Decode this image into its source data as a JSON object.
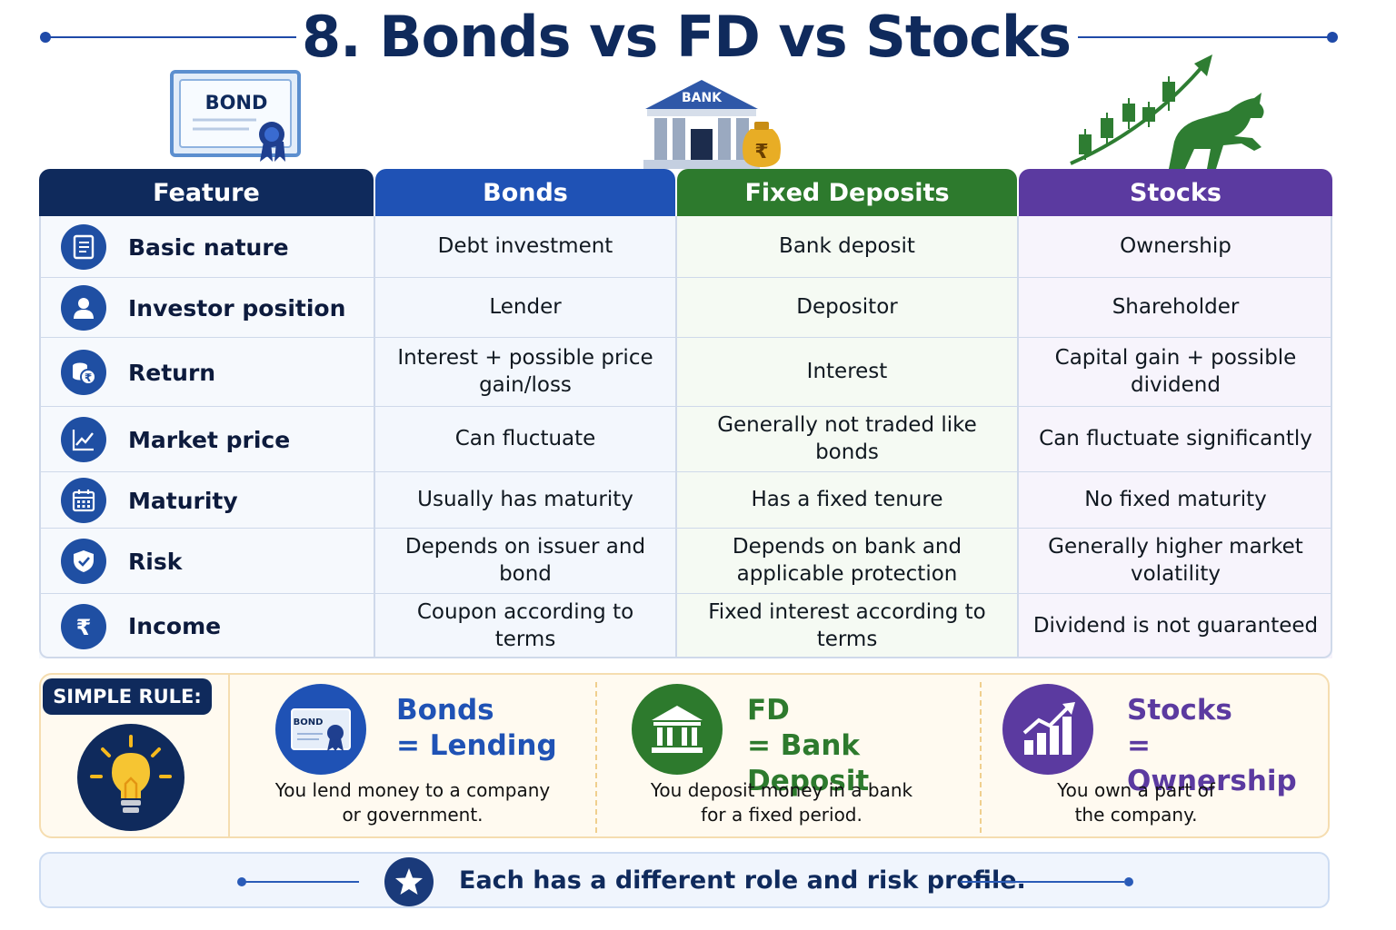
{
  "title": "8. Bonds vs FD vs Stocks",
  "header_art": {
    "bond_label": "BOND",
    "bank_label": "BANK",
    "rupee_symbol": "₹"
  },
  "table": {
    "columns": [
      "Feature",
      "Bonds",
      "Fixed Deposits",
      "Stocks"
    ],
    "column_colors": [
      "#0f2a5c",
      "#1f52b5",
      "#2d7a2d",
      "#5b3aa0"
    ],
    "rows": [
      {
        "icon": "document-list-icon",
        "feature": "Basic nature",
        "bonds": "Debt investment",
        "fd": "Bank deposit",
        "stocks": "Ownership"
      },
      {
        "icon": "person-icon",
        "feature": "Investor position",
        "bonds": "Lender",
        "fd": "Depositor",
        "stocks": "Shareholder"
      },
      {
        "icon": "coins-rupee-icon",
        "feature": "Return",
        "bonds": "Interest + possible price gain/loss",
        "fd": "Interest",
        "stocks": "Capital gain + possible dividend"
      },
      {
        "icon": "line-chart-icon",
        "feature": "Market price",
        "bonds": "Can fluctuate",
        "fd": "Generally not traded like bonds",
        "stocks": "Can fluctuate significantly"
      },
      {
        "icon": "calendar-icon",
        "feature": "Maturity",
        "bonds": "Usually has maturity",
        "fd": "Has a fixed tenure",
        "stocks": "No fixed maturity"
      },
      {
        "icon": "shield-check-icon",
        "feature": "Risk",
        "bonds": "Depends on issuer and bond",
        "fd": "Depends on bank and applicable protection",
        "stocks": "Generally higher market volatility"
      },
      {
        "icon": "rupee-icon",
        "feature": "Income",
        "bonds": "Coupon according to terms",
        "fd": "Fixed interest according to terms",
        "stocks": "Dividend is not guaranteed"
      }
    ]
  },
  "simple_rule": {
    "badge": "SIMPLE RULE:",
    "items": [
      {
        "icon": "bond-certificate-icon",
        "bond_label": "BOND",
        "title_line1": "Bonds",
        "title_line2": "= Lending",
        "desc_line1": "You lend money to a company",
        "desc_line2": "or government.",
        "color": "#1f52b5"
      },
      {
        "icon": "bank-icon",
        "title_line1": "FD",
        "title_line2": "= Bank Deposit",
        "desc_line1": "You deposit money in a bank",
        "desc_line2": "for a fixed period.",
        "color": "#2d7a2d"
      },
      {
        "icon": "growth-bar-chart-icon",
        "title_line1": "Stocks",
        "title_line2": "= Ownership",
        "desc_line1": "You own a part of",
        "desc_line2": "the company.",
        "color": "#5b3aa0"
      }
    ]
  },
  "footer": {
    "icon": "star-icon",
    "text": "Each has a different role and risk profile."
  }
}
